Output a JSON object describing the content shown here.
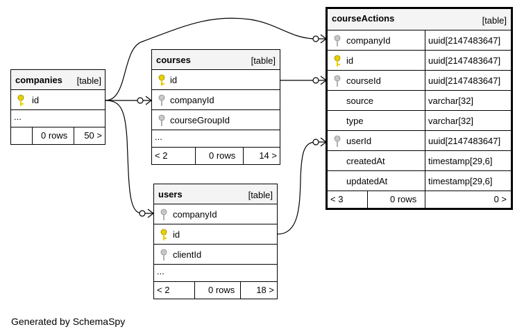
{
  "tables": {
    "companies": {
      "name": "companies",
      "kind": "[table]",
      "columns": [
        {
          "name": "id",
          "key": "primary"
        }
      ],
      "more": "...",
      "footer": {
        "prev": "",
        "rows": "0 rows",
        "next": "50 >"
      }
    },
    "courses": {
      "name": "courses",
      "kind": "[table]",
      "columns": [
        {
          "name": "id",
          "key": "primary"
        },
        {
          "name": "companyId",
          "key": "foreign"
        },
        {
          "name": "courseGroupId",
          "key": "foreign"
        }
      ],
      "more": "...",
      "footer": {
        "prev": "< 2",
        "rows": "0 rows",
        "next": "14 >"
      }
    },
    "users": {
      "name": "users",
      "kind": "[table]",
      "columns": [
        {
          "name": "companyId",
          "key": "foreign"
        },
        {
          "name": "id",
          "key": "primary"
        },
        {
          "name": "clientId",
          "key": "foreign"
        }
      ],
      "more": "...",
      "footer": {
        "prev": "< 2",
        "rows": "0 rows",
        "next": "18 >"
      }
    },
    "courseActions": {
      "name": "courseActions",
      "kind": "[table]",
      "columns": [
        {
          "name": "companyId",
          "type": "uuid[2147483647]",
          "key": "foreign"
        },
        {
          "name": "id",
          "type": "uuid[2147483647]",
          "key": "primary"
        },
        {
          "name": "courseId",
          "type": "uuid[2147483647]",
          "key": "foreign"
        },
        {
          "name": "source",
          "type": "varchar[32]",
          "key": "none"
        },
        {
          "name": "type",
          "type": "varchar[32]",
          "key": "none"
        },
        {
          "name": "userId",
          "type": "uuid[2147483647]",
          "key": "foreign"
        },
        {
          "name": "createdAt",
          "type": "timestamp[29,6]",
          "key": "none"
        },
        {
          "name": "updatedAt",
          "type": "timestamp[29,6]",
          "key": "none"
        }
      ],
      "footer": {
        "prev": "< 3",
        "rows": "0 rows",
        "next": "0 >"
      }
    }
  },
  "colors": {
    "primary_key": "#e6d000",
    "foreign_key": "#a8a8a8",
    "header_bg": "#f4f4f4"
  },
  "footer_text": "Generated by SchemaSpy"
}
